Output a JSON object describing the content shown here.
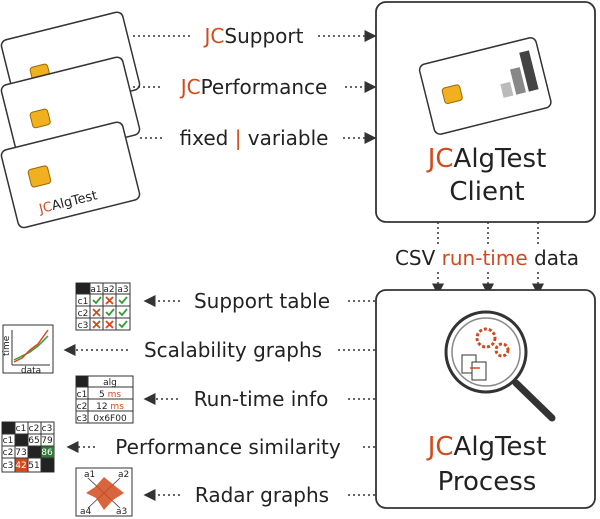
{
  "client_box": {
    "title_accent": "JC",
    "title_rest": "AlgTest",
    "subtitle": "Client"
  },
  "process_box": {
    "title_accent": "JC",
    "title_rest": "AlgTest",
    "subtitle": "Process"
  },
  "card_label": {
    "accent": "JC",
    "rest": "AlgTest"
  },
  "input_arrows": [
    {
      "accent": "JC",
      "rest": "Support"
    },
    {
      "accent": "JC",
      "rest": "Performance"
    },
    {
      "before": "fixed ",
      "accent": "|",
      "after": " variable"
    }
  ],
  "csv_label": {
    "before": "CSV ",
    "accent": "run-time",
    "after": " data"
  },
  "outputs": [
    {
      "label": "Support table"
    },
    {
      "label": "Scalability graphs"
    },
    {
      "label": "Run-time info"
    },
    {
      "label": "Performance similarity"
    },
    {
      "label": "Radar graphs"
    }
  ],
  "support_table": {
    "cols": [
      "a1",
      "a2",
      "a3"
    ],
    "rows": [
      "c1",
      "c2",
      "c3"
    ]
  },
  "scalability_axes": {
    "y": "time",
    "x": "data"
  },
  "runtime_table": {
    "header": "alg",
    "rows": [
      {
        "c": "c1",
        "val": "5",
        "unit": "ms"
      },
      {
        "c": "c2",
        "val": "12",
        "unit": "ms"
      },
      {
        "c": "c3",
        "val": "0x6F00",
        "unit": ""
      }
    ]
  },
  "similarity_matrix": {
    "cols": [
      "c1",
      "c2",
      "c3"
    ],
    "rows": [
      {
        "c": "c1",
        "v1": "",
        "v2": "65",
        "v3": "79"
      },
      {
        "c": "c2",
        "v1": "73",
        "v2": "",
        "v3": "86"
      },
      {
        "c": "c3",
        "v1": "42",
        "v2": "51",
        "v3": ""
      }
    ]
  },
  "radar_labels": [
    "a1",
    "a2",
    "a4",
    "a3"
  ],
  "colors": {
    "accent": "#d24a1c",
    "check": "#3a9a3a",
    "cross": "#d24a1c",
    "box_border": "#333333"
  }
}
